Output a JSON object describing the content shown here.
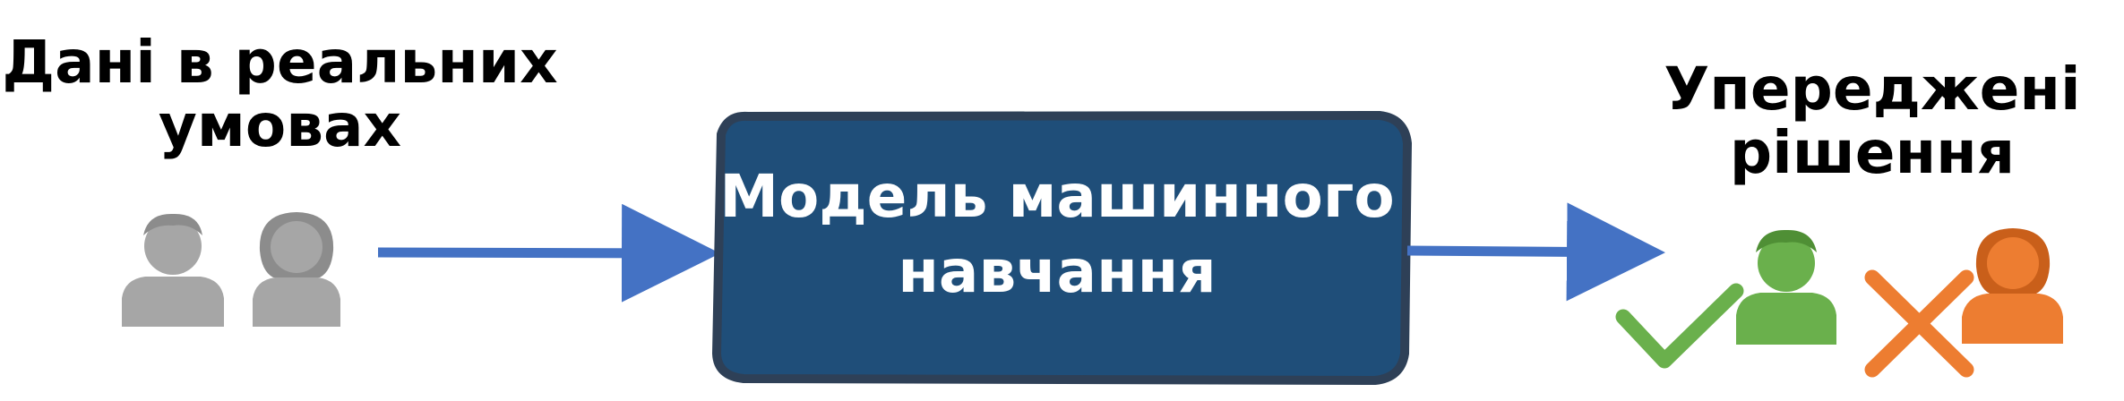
{
  "input": {
    "label_line1": "Дані в реальних",
    "label_line2": "умовах",
    "person_icon_color": "#a6a6a6"
  },
  "model": {
    "line1": "Модель машинного",
    "line2": "навчання",
    "fill_color": "#1f4e79",
    "border_color": "#2e4057"
  },
  "output": {
    "label_line1": "Упереджені",
    "label_line2": "рішення",
    "accepted_color": "#6ab04c",
    "rejected_color": "#ed7d31"
  },
  "arrow_color": "#4472c4"
}
